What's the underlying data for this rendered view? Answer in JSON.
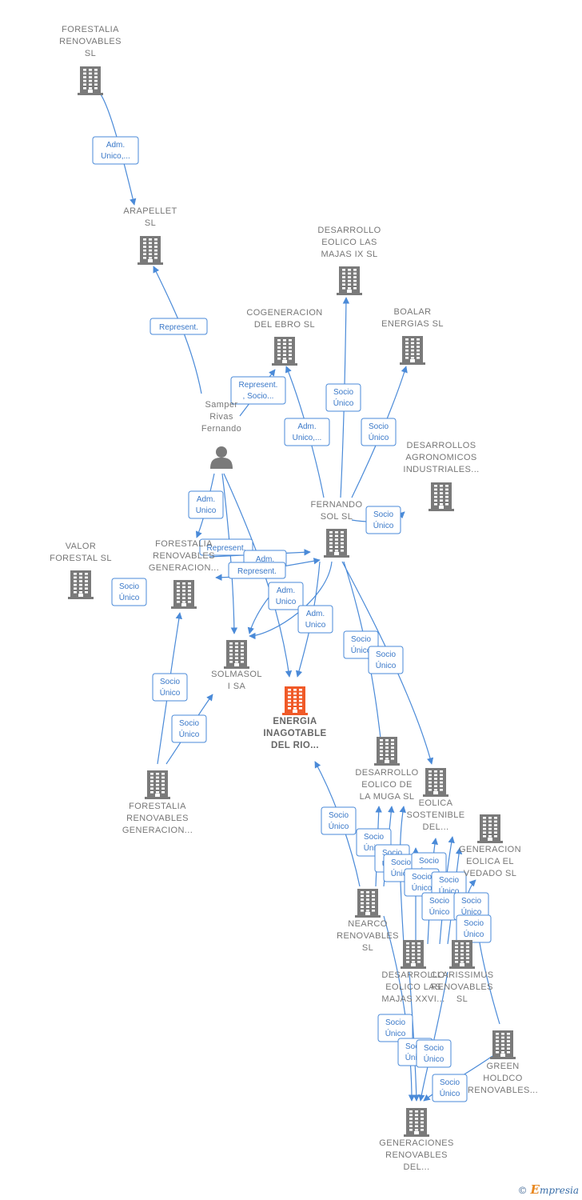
{
  "colors": {
    "edge": "#4a8ad8",
    "node": "#7a7a7a",
    "highlight": "#f05a28",
    "label": "#777777"
  },
  "nodes": [
    {
      "id": "forestalia_sl",
      "type": "company",
      "label": [
        "FORESTALIA",
        "RENOVABLES",
        "SL"
      ]
    },
    {
      "id": "arapellet",
      "type": "company",
      "label": [
        "ARAPELLET",
        "SL"
      ]
    },
    {
      "id": "desarrollo_ix",
      "type": "company",
      "label": [
        "DESARROLLO",
        "EOLICO LAS",
        "MAJAS IX  SL"
      ]
    },
    {
      "id": "cogeneracion",
      "type": "company",
      "label": [
        "COGENERACION",
        "DEL EBRO  SL"
      ]
    },
    {
      "id": "boalar",
      "type": "company",
      "label": [
        "BOALAR",
        "ENERGIAS  SL"
      ]
    },
    {
      "id": "samper",
      "type": "person",
      "label": [
        "Samper",
        "Rivas",
        "Fernando"
      ]
    },
    {
      "id": "desarrollos_agro",
      "type": "company",
      "label": [
        "DESARROLLOS",
        "AGRONOMICOS",
        "INDUSTRIALES..."
      ]
    },
    {
      "id": "fernando_sol",
      "type": "company",
      "label": [
        "FERNANDO",
        "SOL SL"
      ]
    },
    {
      "id": "valor_forestal",
      "type": "company",
      "label": [
        "VALOR",
        "FORESTAL SL"
      ]
    },
    {
      "id": "forestalia_gen_top",
      "type": "company",
      "label": [
        "FORESTALIA",
        "RENOVABLES",
        "GENERACION..."
      ]
    },
    {
      "id": "solmasol",
      "type": "company",
      "label": [
        "SOLMASOL",
        "I SA"
      ]
    },
    {
      "id": "energia",
      "type": "company",
      "highlight": true,
      "label": [
        "ENERGIA",
        "INAGOTABLE",
        "DEL RIO..."
      ]
    },
    {
      "id": "muga",
      "type": "company",
      "label": [
        "DESARROLLO",
        "EOLICO DE",
        "LA MUGA SL"
      ]
    },
    {
      "id": "eolica_sostenible",
      "type": "company",
      "label": [
        "EOLICA",
        "SOSTENIBLE",
        "DEL..."
      ]
    },
    {
      "id": "generacion_eolica",
      "type": "company",
      "label": [
        "GENERACION",
        "EOLICA EL",
        "VEDADO SL"
      ]
    },
    {
      "id": "forestalia_gen_bottom",
      "type": "company",
      "label": [
        "FORESTALIA",
        "RENOVABLES",
        "GENERACION..."
      ]
    },
    {
      "id": "nearco",
      "type": "company",
      "label": [
        "NEARCO",
        "RENOVABLES",
        "SL"
      ]
    },
    {
      "id": "desarrollo_xxvi",
      "type": "company",
      "label": [
        "DESARROLLO",
        "EOLICO LAS",
        "MAJAS XXVI..."
      ]
    },
    {
      "id": "clarissimus",
      "type": "company",
      "label": [
        "CLARISSIMUS",
        "RENOVABLES",
        "SL"
      ]
    },
    {
      "id": "green_holdco",
      "type": "company",
      "label": [
        "GREEN",
        "HOLDCO",
        "RENOVABLES..."
      ]
    },
    {
      "id": "generaciones",
      "type": "company",
      "label": [
        "GENERACIONES",
        "RENOVABLES",
        "DEL..."
      ]
    }
  ],
  "badges": [
    [
      "Adm.",
      "Unico,..."
    ],
    [
      "Represent."
    ],
    [
      "Represent.",
      ", Socio..."
    ],
    [
      "Adm.",
      "Unico,..."
    ],
    [
      "Socio",
      "Único"
    ],
    [
      "Socio",
      "Único"
    ],
    [
      "Socio",
      "Único"
    ],
    [
      "Adm.",
      "Unico"
    ],
    [
      "Represent."
    ],
    [
      "Adm."
    ],
    [
      "Represent."
    ],
    [
      "Socio",
      "Único"
    ],
    [
      "Adm.",
      "Unico"
    ],
    [
      "Adm.",
      "Unico"
    ],
    [
      "Socio",
      "Único"
    ],
    [
      "Socio",
      "Único"
    ],
    [
      "Socio",
      "Único"
    ],
    [
      "Socio",
      "Único"
    ],
    [
      "Socio",
      "Único"
    ],
    [
      "Socio",
      "Único"
    ],
    [
      "Socio",
      "Único"
    ],
    [
      "Socio",
      "Único"
    ],
    [
      "Socio",
      "Único"
    ],
    [
      "Socio",
      "Único"
    ],
    [
      "Socio",
      "Único"
    ],
    [
      "Socio",
      "Único"
    ],
    [
      "Socio",
      "Único"
    ],
    [
      "Socio",
      "Único"
    ],
    [
      "Socio",
      "Único"
    ],
    [
      "Socio",
      "Único"
    ],
    [
      "Socio",
      "Único"
    ],
    [
      "Socio",
      "Único"
    ]
  ],
  "footer": {
    "copyright": "©",
    "brand_e": "E",
    "brand_rest": "mpresia"
  }
}
